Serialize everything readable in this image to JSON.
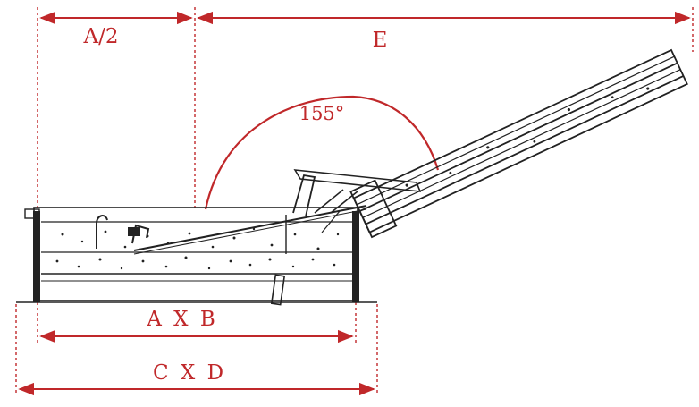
{
  "labels": {
    "a_half": "A/2",
    "e": "E",
    "angle": "155°",
    "axb": "A X B",
    "cxd": "C X D"
  },
  "colors": {
    "dimension": "#c0282a",
    "drawing": "#222222",
    "background": "#ffffff"
  }
}
